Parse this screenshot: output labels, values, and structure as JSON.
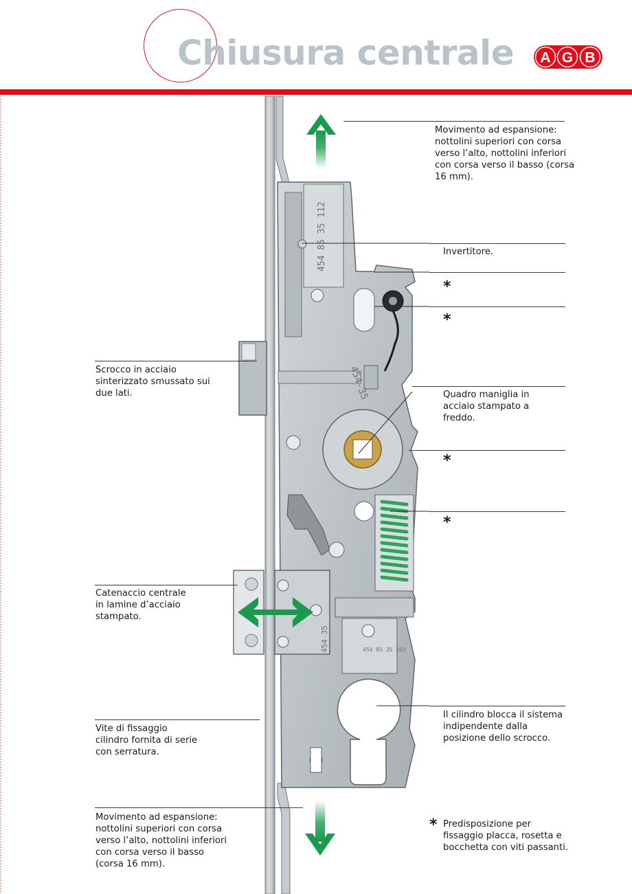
{
  "header": {
    "title": "Chiusura centrale",
    "logo_text": "AGB",
    "accent_color": "#e30d1a"
  },
  "mechanism": {
    "stamp_upper": "454 85 35 112",
    "stamp_middle": "454-35",
    "stamp_lower": "454-35",
    "stamp_small": "454 85 35 103"
  },
  "annotations": {
    "top_movement": "Movimento ad espansione:\nnottolini superiori con corsa\nverso l’alto, nottolini inferiori\ncon corsa verso il basso (corsa\n16 mm).",
    "invertitore": "Invertitore.",
    "star1": "*",
    "star2": "*",
    "scrocco": "Scrocco in acciaio\nsinterizzato smussato sui\ndue lati.",
    "quadro": "Quadro maniglia in\nacciaio stampato a\nfreddo.",
    "star3": "*",
    "star4": "*",
    "catenaccio": "Catenaccio centrale\nin lamine d’acciaio\nstampato.",
    "cilindro": "Il cilindro blocca il sistema\nindipendente dalla\nposizione dello scrocco.",
    "vite": "Vite di fissaggio\ncilindro fornita di serie\ncon serratura.",
    "bottom_movement": "Movimento ad espansione:\nnottolini superiori con corsa\nverso l’alto, nottolini inferiori\ncon corsa verso il basso\n(corsa 16 mm).",
    "footnote_star": "*",
    "footnote": "Predisposizione per\nfissaggio placca, rosetta e\nbocchetta con viti passanti."
  },
  "colors": {
    "arrow_green": "#1a9a4a",
    "spring_green": "#2ea35a",
    "steel": "#c7cdd0",
    "brass": "#c9a24a"
  }
}
